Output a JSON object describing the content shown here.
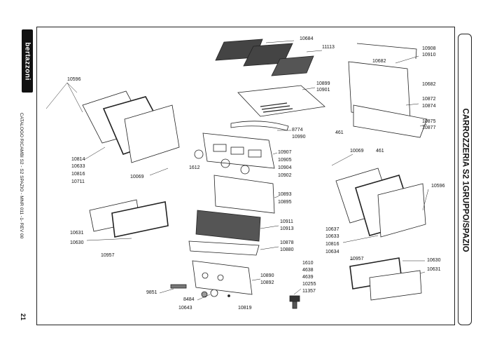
{
  "brand": "bertazzoni",
  "catalog_line": "CATALOGO RICAMBI S2 - S2 SPAZIO - MNR 011 -1- REV 00",
  "page_number": "21",
  "section_title": "CARROZZERIA S2 1GRUPPO/SPAZIO",
  "part_numbers": {
    "p10684": "10684",
    "p11113": "11113",
    "p10899": "10899",
    "p10901": "10901",
    "p10908": "10908",
    "p10910": "10910",
    "p10682a": "10682",
    "p10682b": "10682",
    "p10872": "10872",
    "p10874": "10874",
    "p10875": "10875",
    "p10877": "10877",
    "p461a": "461",
    "p461b": "461",
    "p10596a": "10596",
    "p10596b": "10596",
    "p10814": "10814",
    "p10633a": "10633",
    "p10816a": "10816",
    "p10711": "10711",
    "p10069a": "10069",
    "p10069b": "10069",
    "p8774": "8774",
    "p10990": "10990",
    "p1612": "1612",
    "p10907": "10907",
    "p10905": "10905",
    "p10904": "10904",
    "p10902": "10902",
    "p10893": "10893",
    "p10895": "10895",
    "p10911": "10911",
    "p10913": "10913",
    "p10631a": "10631",
    "p10630a": "10630",
    "p10957a": "10957",
    "p10878": "10878",
    "p10880": "10880",
    "p10637": "10637",
    "p10633b": "10633",
    "p10816b": "10816",
    "p10634": "10634",
    "p10957b": "10957",
    "p10630b": "10630",
    "p10631b": "10631",
    "p1610": "1610",
    "p4638": "4638",
    "p4639": "4639",
    "p10255": "10255",
    "p11357": "11357",
    "p10890": "10890",
    "p10892": "10892",
    "p9851": "9851",
    "p8484": "8484",
    "p10643": "10643",
    "p10819": "10819"
  }
}
